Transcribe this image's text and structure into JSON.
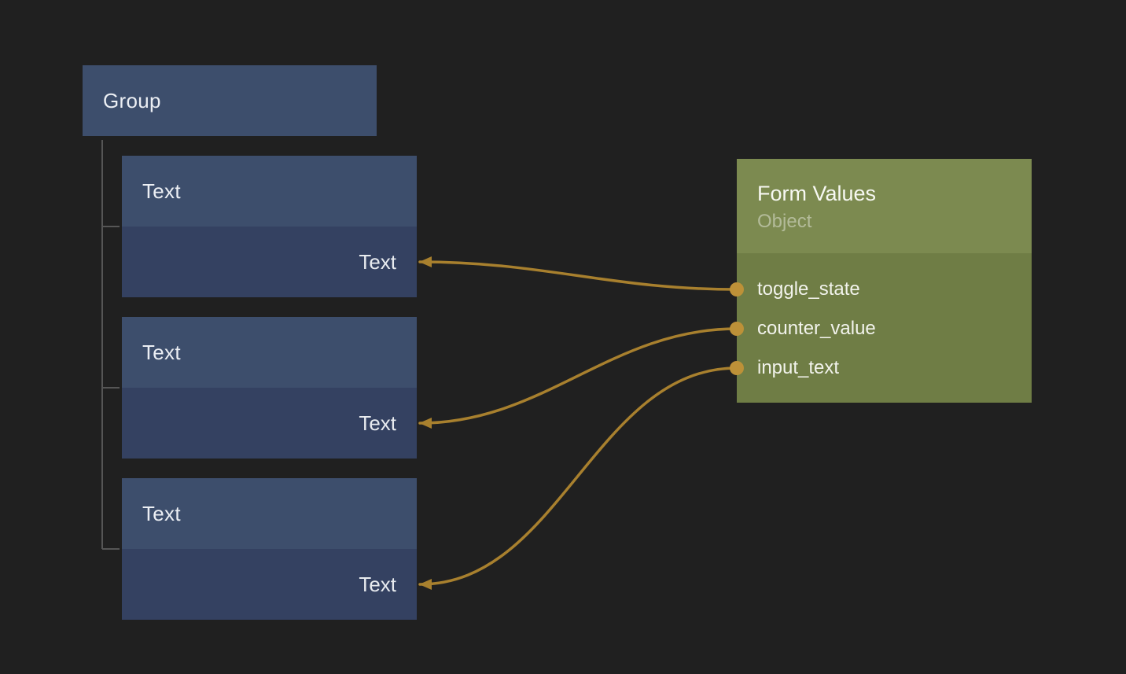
{
  "group_node": {
    "label": "Group"
  },
  "text_nodes": [
    {
      "title": "Text",
      "input_label": "Text"
    },
    {
      "title": "Text",
      "input_label": "Text"
    },
    {
      "title": "Text",
      "input_label": "Text"
    }
  ],
  "form_node": {
    "title": "Form Values",
    "subtitle": "Object",
    "outputs": [
      {
        "label": "toggle_state"
      },
      {
        "label": "counter_value"
      },
      {
        "label": "input_text"
      }
    ]
  },
  "connections": [
    {
      "from": "toggle_state",
      "to": "text-node-1-input"
    },
    {
      "from": "counter_value",
      "to": "text-node-2-input"
    },
    {
      "from": "input_text",
      "to": "text-node-3-input"
    }
  ],
  "colors": {
    "background": "#202020",
    "blue_node": "#3d4e6c",
    "blue_node_row": "#344161",
    "form_header": "#7c8a50",
    "form_body": "#6f7d45",
    "wire": "#a8802e",
    "port": "#bd9138",
    "tree_line": "#565656"
  }
}
